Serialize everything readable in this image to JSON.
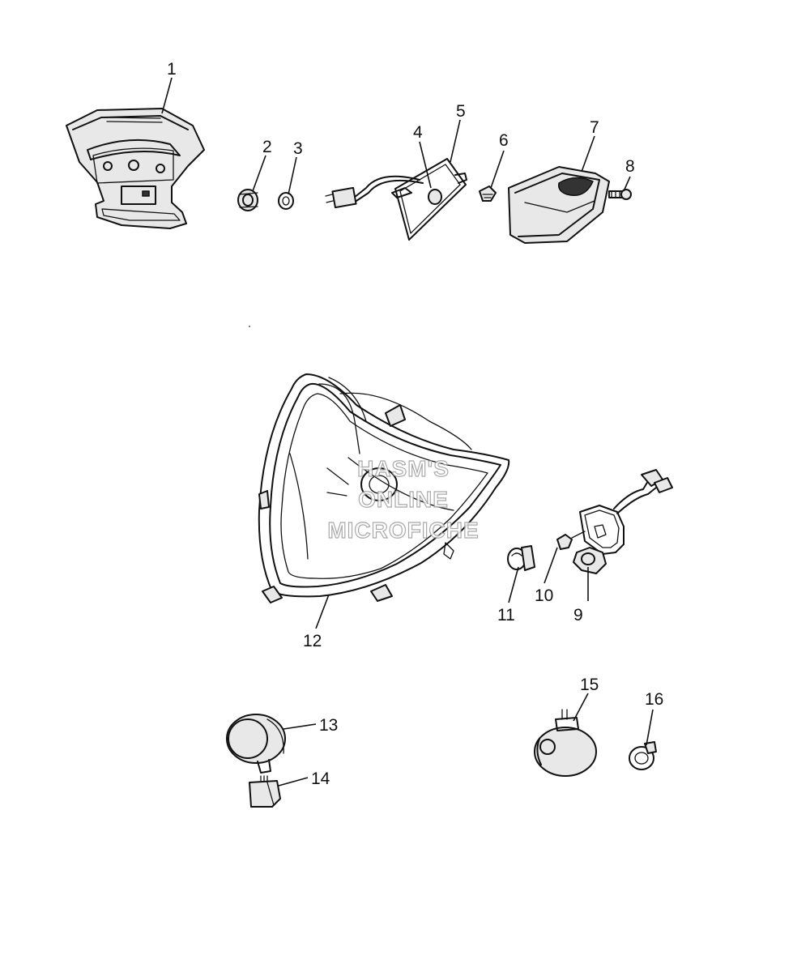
{
  "callouts": {
    "c1": "1",
    "c2": "2",
    "c3": "3",
    "c4": "4",
    "c5": "5",
    "c6": "6",
    "c7": "7",
    "c8": "8",
    "c9": "9",
    "c10": "10",
    "c11": "11",
    "c12": "12",
    "c13": "13",
    "c14": "14",
    "c15": "15",
    "c16": "16"
  },
  "watermark": {
    "line1": "HASM'S",
    "line2": "ONLINE",
    "line3": "MICROFICHE"
  },
  "colors": {
    "line": "#111111",
    "background": "#ffffff",
    "watermark_outline": "#9a9a9a"
  }
}
